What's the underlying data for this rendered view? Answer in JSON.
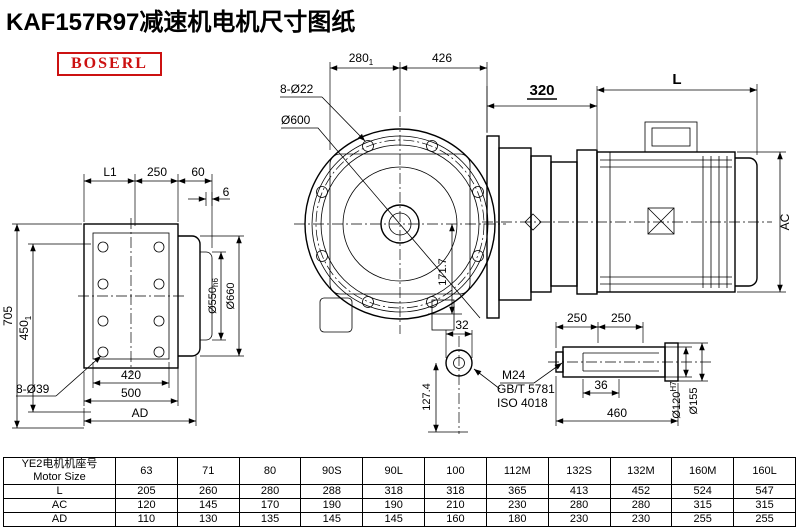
{
  "title": "KAF157R97减速机电机尺寸图纸",
  "logo": "BOSERL",
  "dims": {
    "l1": "L1",
    "w250": "250",
    "w60": "60",
    "w6": "6",
    "h705": "705",
    "h450": "450",
    "h450_tol": "1",
    "w420": "420",
    "w500": "500",
    "ad": "AD",
    "holes39": "8-Ø39",
    "d550": "Ø550",
    "d550_fit": "h6",
    "d660": "Ø660",
    "w280": "280",
    "w280_tol": "1",
    "w426": "426",
    "holes22": "8-Ø22",
    "d600": "Ø600",
    "h171": "171.7",
    "w320": "320",
    "l": "L",
    "ac": "AC",
    "w32": "32",
    "h127": "127.4",
    "m24": "M24",
    "gbt": "GB/T 5781",
    "iso": "ISO 4018",
    "s250a": "250",
    "s250b": "250",
    "w36": "36",
    "w460": "460",
    "d120": "Ø120",
    "d120_fit": "H7",
    "d155": "Ø155"
  },
  "table": {
    "header_line1": "YE2电机机座号",
    "header_line2": "Motor Size",
    "sizes": [
      "63",
      "71",
      "80",
      "90S",
      "90L",
      "100",
      "112M",
      "132S",
      "132M",
      "160M",
      "160L"
    ],
    "rows": [
      {
        "label": "L",
        "values": [
          "205",
          "260",
          "280",
          "288",
          "318",
          "318",
          "365",
          "413",
          "452",
          "524",
          "547"
        ]
      },
      {
        "label": "AC",
        "values": [
          "120",
          "145",
          "170",
          "190",
          "190",
          "210",
          "230",
          "280",
          "280",
          "315",
          "315"
        ]
      },
      {
        "label": "AD",
        "values": [
          "110",
          "130",
          "135",
          "145",
          "145",
          "160",
          "180",
          "230",
          "230",
          "255",
          "255"
        ]
      }
    ]
  },
  "colors": {
    "accent_red": "#cc1111",
    "line": "#000000"
  }
}
